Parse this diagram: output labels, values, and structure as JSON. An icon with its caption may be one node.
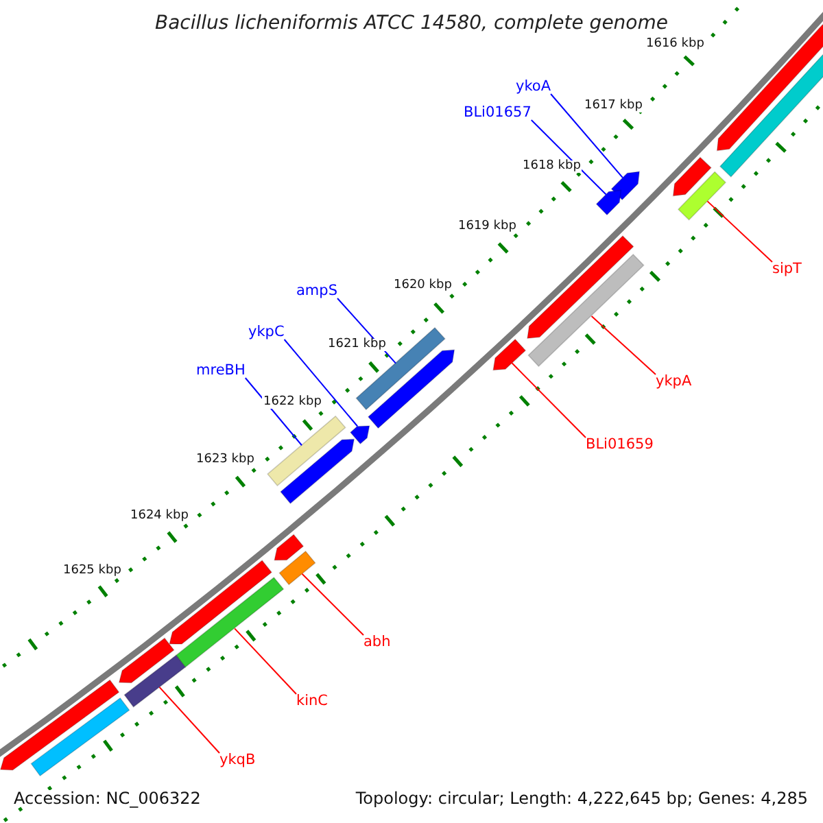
{
  "diagram": {
    "title": "Bacillus licheniformis ATCC 14580, complete genome",
    "nodes": [
      {
        "text": [
          "ykoA"
        ]
      },
      {
        "text": [
          "BLi01657"
        ]
      },
      {
        "text": [
          "sipT"
        ]
      },
      {
        "text": [
          "ampS"
        ]
      },
      {
        "text": [
          "ykpC"
        ]
      },
      {
        "text": [
          "ykpA"
        ]
      },
      {
        "text": [
          "mreBH"
        ]
      },
      {
        "text": [
          "BLi01659"
        ]
      },
      {
        "text": [
          "abh"
        ]
      },
      {
        "text": [
          "kinC"
        ]
      },
      {
        "text": [
          "ykqB"
        ]
      },
      {
        "text": [],
        "shape": "pentagon"
      },
      {
        "text": [],
        "shape": "bar"
      },
      {
        "text": [],
        "shape": "pentagon"
      },
      {
        "text": [],
        "shape": "bar"
      },
      {
        "text": [],
        "shape": "pentagon"
      },
      {
        "text": [],
        "shape": "bar"
      },
      {
        "text": [],
        "shape": "pentagon"
      },
      {
        "text": [],
        "shape": "bar"
      },
      {
        "text": [],
        "shape": "bar"
      },
      {
        "text": [],
        "shape": "bar"
      },
      {
        "text": [],
        "shape": "bar"
      },
      {
        "text": [],
        "shape": "pentagon"
      },
      {
        "text": [],
        "shape": "bar"
      },
      {
        "text": [],
        "shape": "pentagon"
      },
      {
        "text": [],
        "shape": "pentagon"
      },
      {
        "text": [],
        "shape": "pentagon"
      },
      {
        "text": [],
        "shape": "pentagon"
      },
      {
        "text": [],
        "shape": "pentagon"
      },
      {
        "text": [],
        "shape": "pentagon"
      },
      {
        "text": [],
        "shape": "pentagon"
      },
      {
        "text": [],
        "shape": "pentagon"
      },
      {
        "text": [],
        "shape": "bar"
      }
    ],
    "edges": [
      {
        "from": 0,
        "to": 11,
        "arrow": "none",
        "color": "#0000ff"
      },
      {
        "from": 1,
        "to": 13,
        "arrow": "none",
        "color": "#0000ff"
      },
      {
        "from": 2,
        "to": 12,
        "arrow": "none"
      },
      {
        "from": 3,
        "to": 16,
        "arrow": "none",
        "color": "#0000ff"
      },
      {
        "from": 4,
        "to": 17,
        "arrow": "none",
        "color": "#0000ff"
      },
      {
        "from": 5,
        "to": 14,
        "arrow": "none"
      },
      {
        "from": 6,
        "to": 18,
        "arrow": "none",
        "color": "#0000ff"
      },
      {
        "from": 7,
        "to": 15,
        "arrow": "none"
      },
      {
        "from": 8,
        "to": 19,
        "arrow": "none"
      },
      {
        "from": 9,
        "to": 20,
        "arrow": "none"
      },
      {
        "from": 10,
        "to": 21,
        "arrow": "none"
      }
    ],
    "labels": [
      "1616 kbp",
      "1617 kbp",
      "1618 kbp",
      "1619 kbp",
      "1620 kbp",
      "1621 kbp",
      "1622 kbp",
      "1623 kbp",
      "1624 kbp",
      "1625 kbp",
      "Accession: NC_006322",
      "Topology: circular; Length: 4,222,645 bp; Genes: 4,285"
    ]
  }
}
